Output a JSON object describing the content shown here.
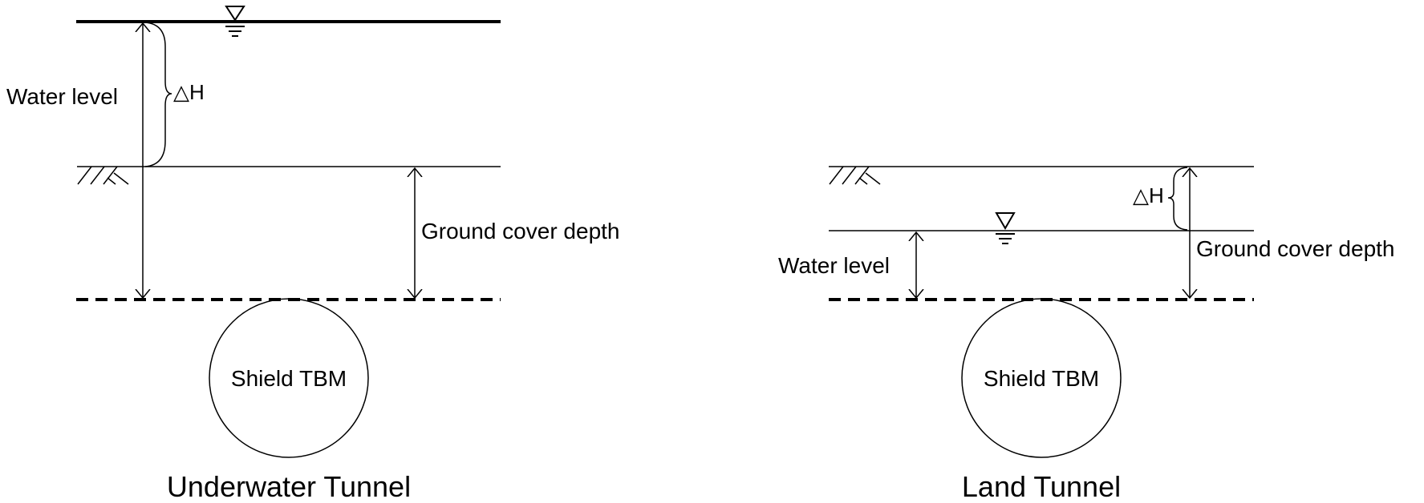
{
  "colors": {
    "line": "#000000",
    "background": "#ffffff"
  },
  "underwater": {
    "water_level_label": "Water level",
    "delta_h_label": "△H",
    "ground_cover_label": "Ground cover depth",
    "tbm_label": "Shield TBM",
    "caption": "Underwater Tunnel"
  },
  "land": {
    "water_level_label": "Water level",
    "delta_h_label": "△H",
    "ground_cover_label": "Ground cover depth",
    "tbm_label": "Shield TBM",
    "caption": "Land Tunnel"
  }
}
